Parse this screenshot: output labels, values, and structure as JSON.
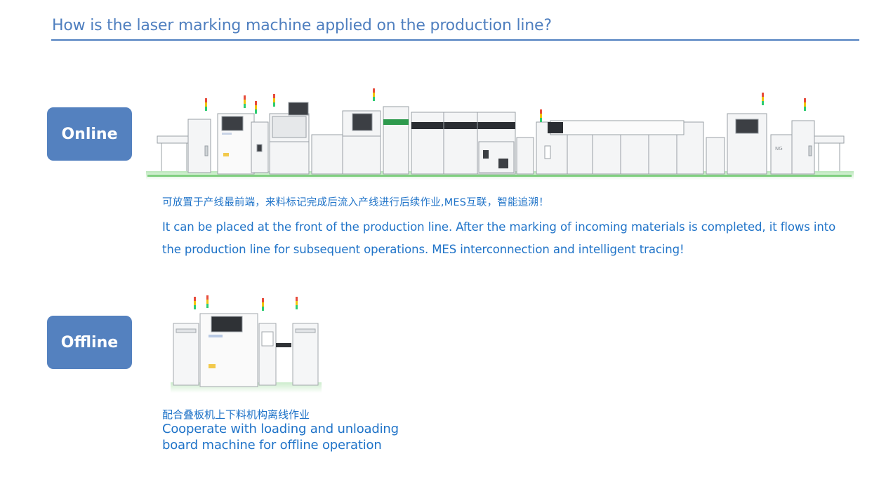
{
  "header": {
    "title": "How is the laser marking machine applied on the production line?"
  },
  "online": {
    "badge_label": "Online",
    "description_cn": "可放置于产线最前端，来料标记完成后流入产线进行后续作业,MES互联，智能追溯！",
    "description_en": "It can be placed at the front of the production line. After the marking of incoming materials is completed, it flows into the production line for subsequent operations. MES interconnection and intelligent tracing!",
    "illustration_label": "NG"
  },
  "offline": {
    "badge_label": "Offline",
    "description_cn": "配合叠板机上下料机构离线作业",
    "description_en": "Cooperate with loading and unloading board machine  for offline operation"
  },
  "colors": {
    "title": "#4f7fbf",
    "badge_bg": "#5481bf",
    "badge_text": "#ffffff",
    "description_text": "#1f73c8",
    "floor_green": "#7fcf7f"
  }
}
